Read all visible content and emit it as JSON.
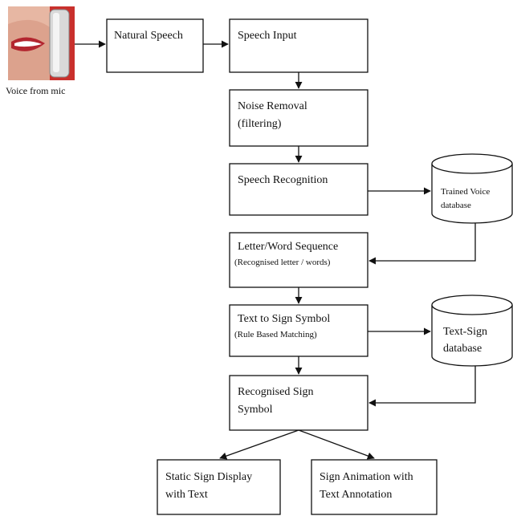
{
  "caption": "Voice from mic",
  "nodes": {
    "natural_speech": "Natural Speech",
    "speech_input": "Speech Input",
    "noise_removal": [
      "Noise Removal",
      "(filtering)"
    ],
    "speech_recognition": "Speech Recognition",
    "letter_word": [
      "Letter/Word Sequence",
      "(Recognised letter / words)"
    ],
    "text_to_sign": [
      "Text to Sign Symbol",
      "(Rule Based Matching)"
    ],
    "recognised_sign": [
      "Recognised Sign",
      "Symbol"
    ],
    "static_display": [
      "Static Sign Display",
      "with Text"
    ],
    "sign_animation": [
      "Sign Animation with",
      "Text Annotation"
    ]
  },
  "databases": {
    "trained_voice": [
      "Trained Voice",
      "database"
    ],
    "text_sign": [
      "Text-Sign",
      "database"
    ]
  },
  "icons": {
    "mic": "person-speaking-into-microphone-photo"
  },
  "colors": {
    "stroke": "#111111",
    "skin": "#e7b7a3",
    "lips": "#b3262f",
    "mic_bg": "#c9302c"
  }
}
